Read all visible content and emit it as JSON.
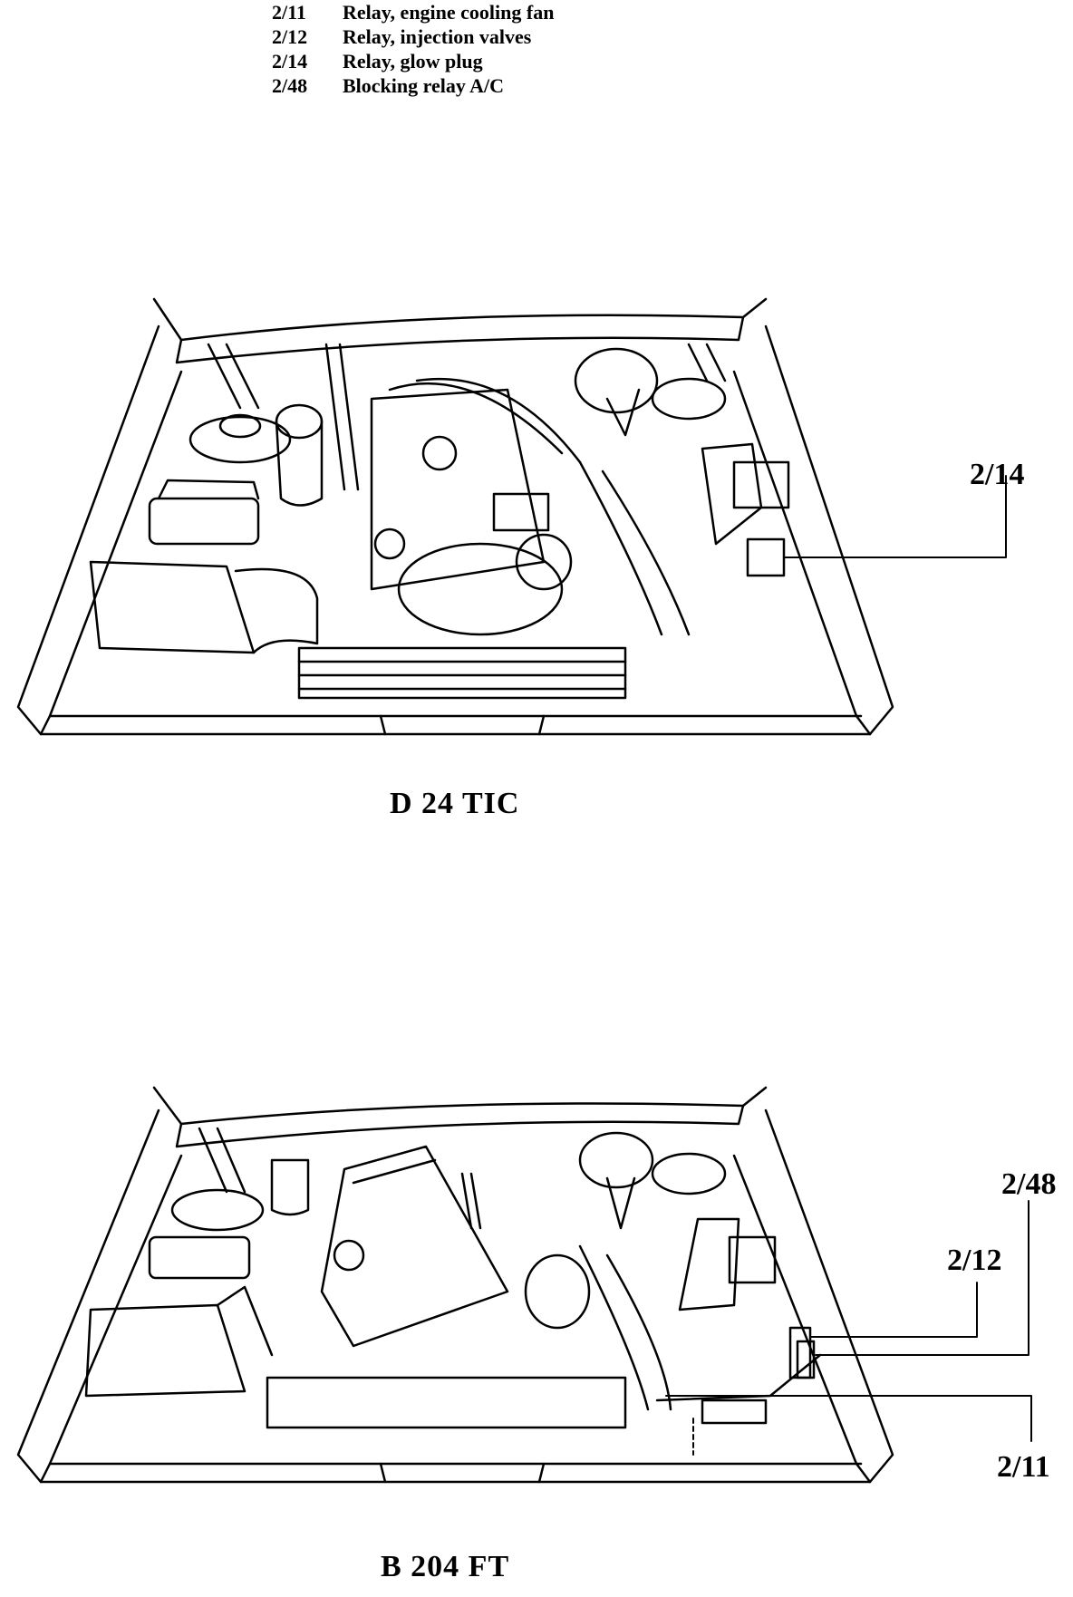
{
  "legend": [
    {
      "code": "2/11",
      "text": "Relay, engine cooling fan"
    },
    {
      "code": "2/12",
      "text": "Relay, injection valves"
    },
    {
      "code": "2/14",
      "text": "Relay, glow plug"
    },
    {
      "code": "2/48",
      "text": "Blocking relay A/C"
    }
  ],
  "diagrams": [
    {
      "caption": "D 24 TIC",
      "callouts": [
        "2/14"
      ]
    },
    {
      "caption": "B 204 FT",
      "callouts": [
        "2/48",
        "2/12",
        "2/11"
      ]
    }
  ]
}
